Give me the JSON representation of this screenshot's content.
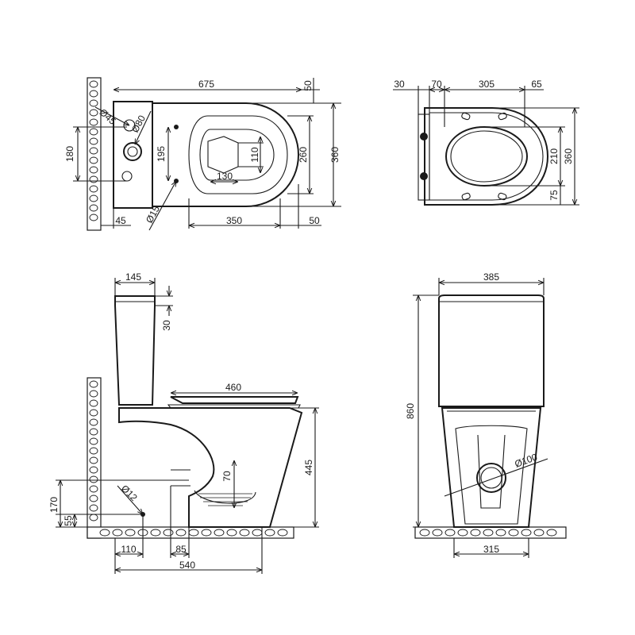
{
  "top_view": {
    "dims": {
      "total_length": "675",
      "tank_offset": "50",
      "hole_dia_small": "Ø45",
      "hole_dia_large": "Ø80",
      "hole_spacing": "180",
      "bowl_opening": "195",
      "inner_width": "130",
      "inner_depth": "110",
      "bowl_width": "260",
      "overall_width": "360",
      "wall_offset": "45",
      "outlet_dia": "Ø15",
      "bowl_length": "350",
      "rim_offset": "50"
    }
  },
  "seat_view": {
    "dims": {
      "hinge_offset": "30",
      "hinge_gap": "70",
      "seat_length": "305",
      "front_gap": "65",
      "opening_width": "210",
      "seat_width": "360",
      "bumper_offset": "75"
    }
  },
  "side_view": {
    "dims": {
      "tank_depth": "145",
      "lid_height": "30",
      "seat_length": "460",
      "bowl_height": "445",
      "trap_height": "70",
      "pipe_dia": "Ø12",
      "inlet_height": "170",
      "bolt_height": "55",
      "wall_to_pipe": "110",
      "pipe_spacing": "85",
      "total_depth": "540"
    }
  },
  "front_view": {
    "dims": {
      "tank_width": "385",
      "total_height": "860",
      "outlet_dia": "Ø100",
      "base_width": "315"
    }
  }
}
